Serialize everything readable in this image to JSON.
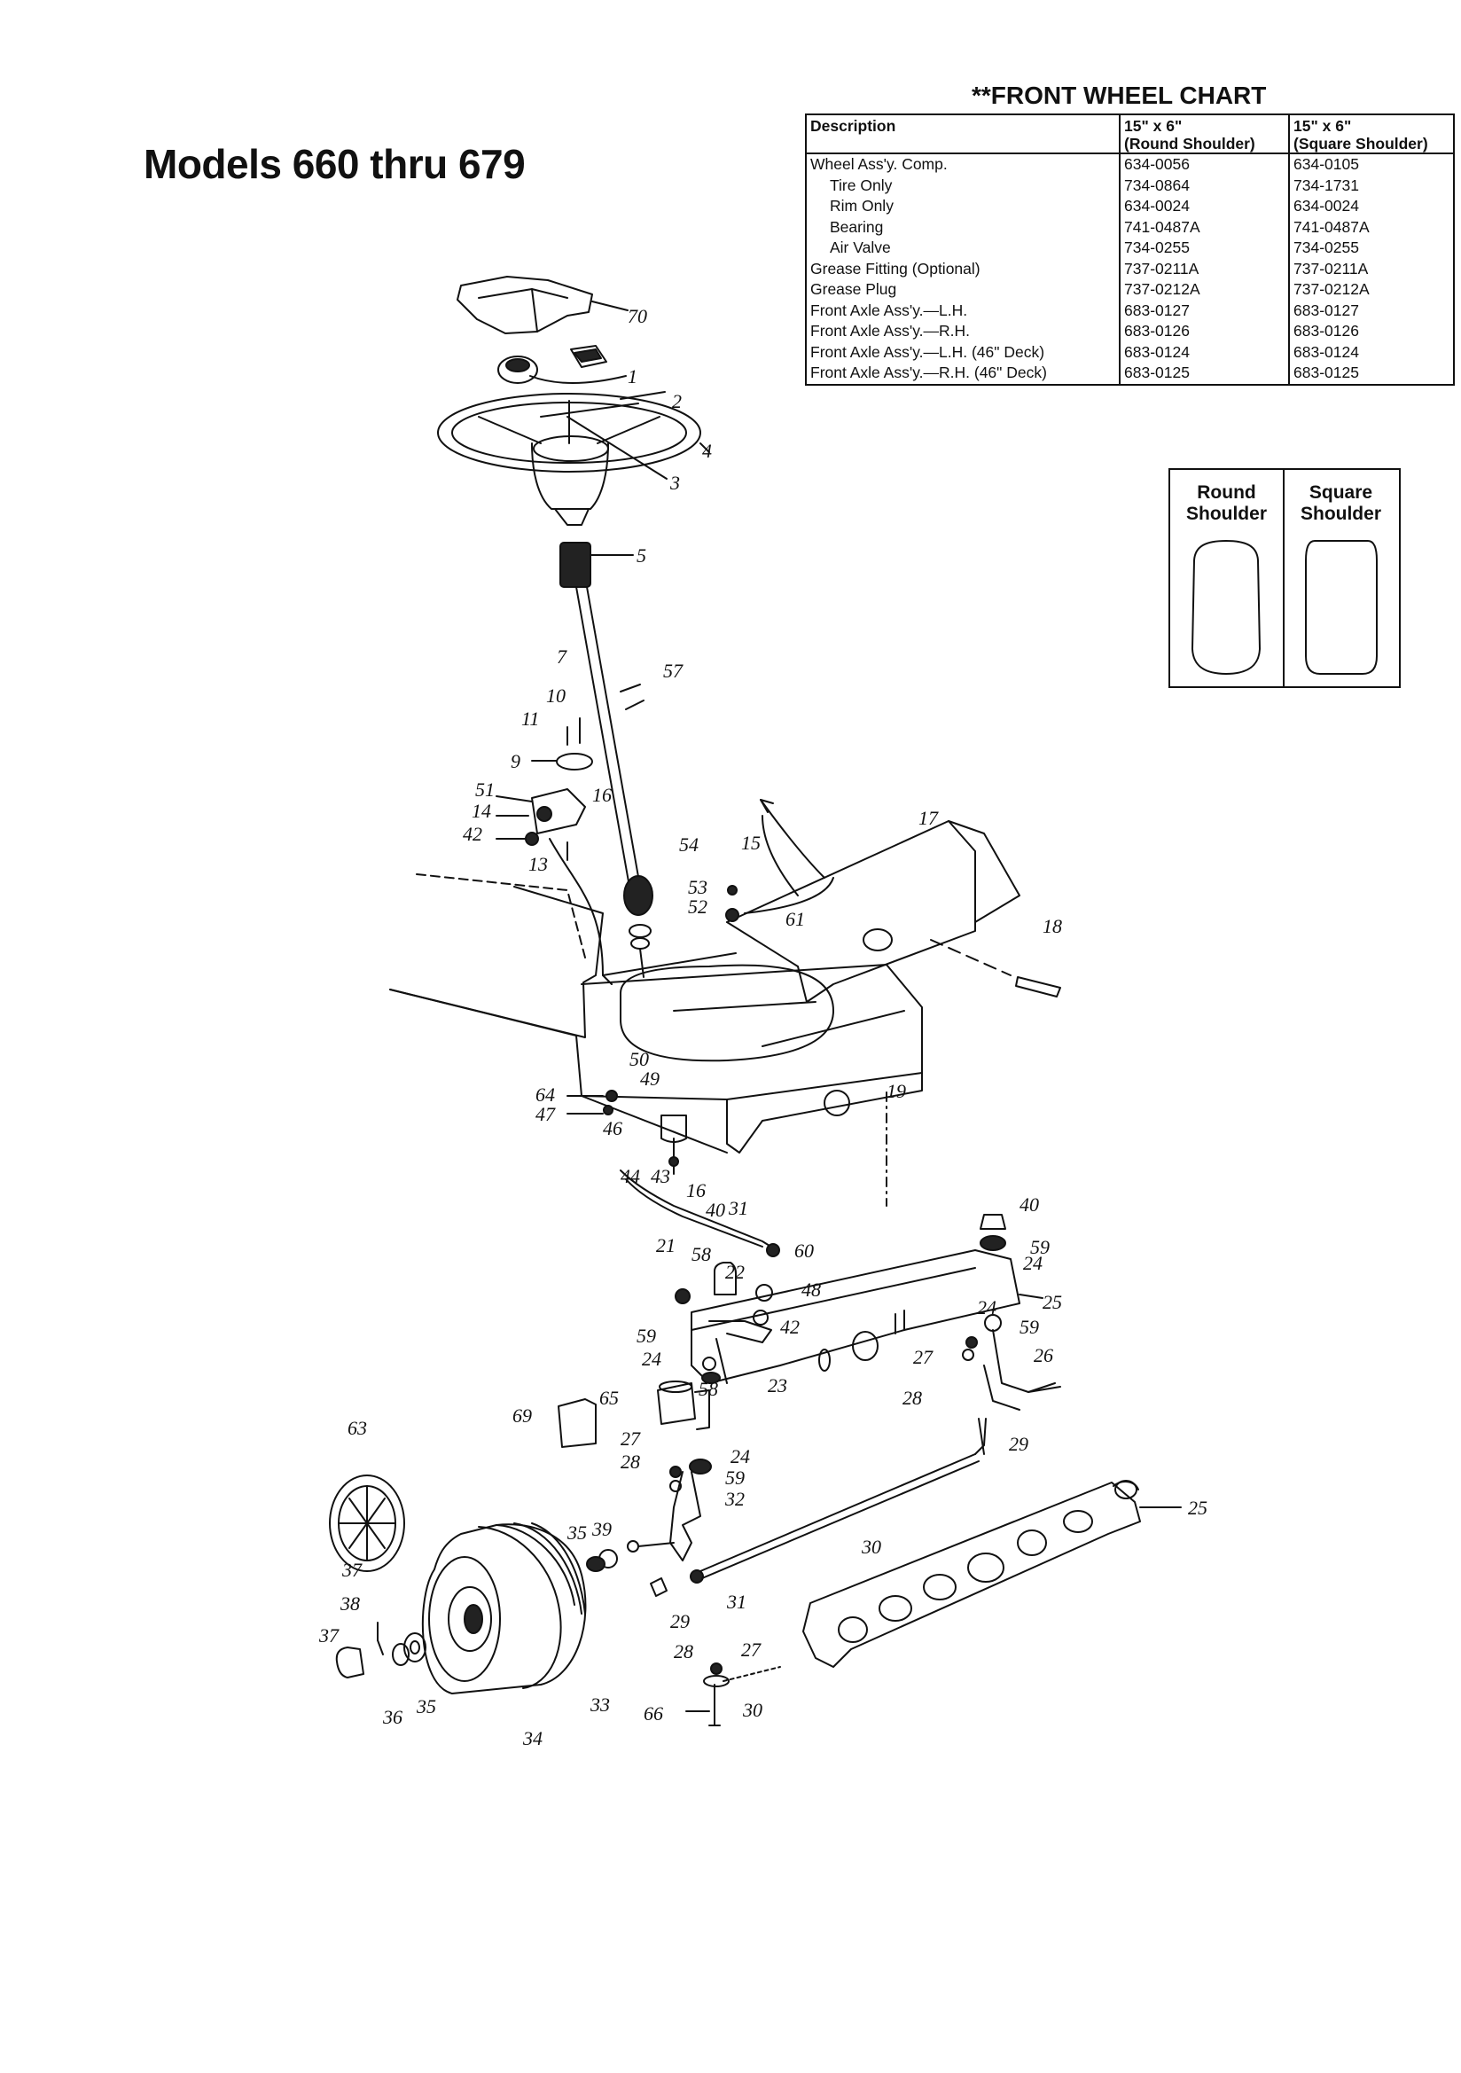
{
  "page_title": "Models 660 thru 679",
  "front_wheel_chart": {
    "title": "**FRONT WHEEL CHART",
    "headers": {
      "description": "Description",
      "round_line1": "15\" x 6\"",
      "round_line2": "(Round Shoulder)",
      "square_line1": "15\" x 6\"",
      "square_line2": "(Square Shoulder)"
    },
    "rows": [
      {
        "description": "Wheel Ass'y. Comp.",
        "round": "634-0056",
        "square": "634-0105",
        "indent": false
      },
      {
        "description": "Tire Only",
        "round": "734-0864",
        "square": "734-1731",
        "indent": true
      },
      {
        "description": "Rim Only",
        "round": "634-0024",
        "square": "634-0024",
        "indent": true
      },
      {
        "description": "Bearing",
        "round": "741-0487A",
        "square": "741-0487A",
        "indent": true
      },
      {
        "description": "Air Valve",
        "round": "734-0255",
        "square": "734-0255",
        "indent": true
      },
      {
        "description": "Grease Fitting (Optional)",
        "round": "737-0211A",
        "square": "737-0211A",
        "indent": false
      },
      {
        "description": "Grease Plug",
        "round": "737-0212A",
        "square": "737-0212A",
        "indent": false
      },
      {
        "description": "Front Axle Ass'y.—L.H.",
        "round": "683-0127",
        "square": "683-0127",
        "indent": false
      },
      {
        "description": "Front Axle Ass'y.—R.H.",
        "round": "683-0126",
        "square": "683-0126",
        "indent": false
      },
      {
        "description": "Front Axle Ass'y.—L.H. (46\" Deck)",
        "round": "683-0124",
        "square": "683-0124",
        "indent": false
      },
      {
        "description": "Front Axle Ass'y.—R.H. (46\" Deck)",
        "round": "683-0125",
        "square": "683-0125",
        "indent": false
      }
    ]
  },
  "shoulder_key": {
    "round_line1": "Round",
    "round_line2": "Shoulder",
    "square_line1": "Square",
    "square_line2": "Shoulder"
  },
  "callouts": [
    {
      "id": "c70",
      "text": "70"
    },
    {
      "id": "c1",
      "text": "1"
    },
    {
      "id": "c2",
      "text": "2"
    },
    {
      "id": "c4",
      "text": "4"
    },
    {
      "id": "c3",
      "text": "3"
    },
    {
      "id": "c5",
      "text": "5"
    },
    {
      "id": "c57",
      "text": "57"
    },
    {
      "id": "c7",
      "text": "7"
    },
    {
      "id": "c10",
      "text": "10"
    },
    {
      "id": "c11",
      "text": "11"
    },
    {
      "id": "c9",
      "text": "9"
    },
    {
      "id": "c51",
      "text": "51"
    },
    {
      "id": "c16a",
      "text": "16"
    },
    {
      "id": "c14",
      "text": "14"
    },
    {
      "id": "c42a",
      "text": "42"
    },
    {
      "id": "c13",
      "text": "13"
    },
    {
      "id": "c54",
      "text": "54"
    },
    {
      "id": "c15",
      "text": "15"
    },
    {
      "id": "c17",
      "text": "17"
    },
    {
      "id": "c53",
      "text": "53"
    },
    {
      "id": "c52",
      "text": "52"
    },
    {
      "id": "c61",
      "text": "61"
    },
    {
      "id": "c18",
      "text": "18"
    },
    {
      "id": "c19",
      "text": "19"
    },
    {
      "id": "c50",
      "text": "50"
    },
    {
      "id": "c49",
      "text": "49"
    },
    {
      "id": "c64",
      "text": "64"
    },
    {
      "id": "c47",
      "text": "47"
    },
    {
      "id": "c46",
      "text": "46"
    },
    {
      "id": "c44",
      "text": "44"
    },
    {
      "id": "c43",
      "text": "43"
    },
    {
      "id": "c16b",
      "text": "16"
    },
    {
      "id": "c40a",
      "text": "40"
    },
    {
      "id": "c31a",
      "text": "31"
    },
    {
      "id": "c21",
      "text": "21"
    },
    {
      "id": "c58a",
      "text": "58"
    },
    {
      "id": "c60",
      "text": "60"
    },
    {
      "id": "c22",
      "text": "22"
    },
    {
      "id": "c48",
      "text": "48"
    },
    {
      "id": "c40b",
      "text": "40"
    },
    {
      "id": "c59a",
      "text": "59"
    },
    {
      "id": "c24a",
      "text": "24"
    },
    {
      "id": "c25a",
      "text": "25"
    },
    {
      "id": "c24b",
      "text": "24"
    },
    {
      "id": "c59b",
      "text": "59"
    },
    {
      "id": "c42b",
      "text": "42"
    },
    {
      "id": "c59c",
      "text": "59"
    },
    {
      "id": "c24c",
      "text": "24"
    },
    {
      "id": "c27a",
      "text": "27"
    },
    {
      "id": "c26",
      "text": "26"
    },
    {
      "id": "c58b",
      "text": "58"
    },
    {
      "id": "c23",
      "text": "23"
    },
    {
      "id": "c28a",
      "text": "28"
    },
    {
      "id": "c65",
      "text": "65"
    },
    {
      "id": "c69",
      "text": "69"
    },
    {
      "id": "c29a",
      "text": "29"
    },
    {
      "id": "c63",
      "text": "63"
    },
    {
      "id": "c27b",
      "text": "27"
    },
    {
      "id": "c24d",
      "text": "24"
    },
    {
      "id": "c28b",
      "text": "28"
    },
    {
      "id": "c59d",
      "text": "59"
    },
    {
      "id": "c32",
      "text": "32"
    },
    {
      "id": "c25b",
      "text": "25"
    },
    {
      "id": "c35a",
      "text": "35"
    },
    {
      "id": "c39",
      "text": "39"
    },
    {
      "id": "c30a",
      "text": "30"
    },
    {
      "id": "c37a",
      "text": "37"
    },
    {
      "id": "c38",
      "text": "38"
    },
    {
      "id": "c29b",
      "text": "29"
    },
    {
      "id": "c31b",
      "text": "31"
    },
    {
      "id": "c37b",
      "text": "37"
    },
    {
      "id": "c28c",
      "text": "28"
    },
    {
      "id": "c27c",
      "text": "27"
    },
    {
      "id": "c36",
      "text": "36"
    },
    {
      "id": "c35b",
      "text": "35"
    },
    {
      "id": "c33",
      "text": "33"
    },
    {
      "id": "c34",
      "text": "34"
    },
    {
      "id": "c66",
      "text": "66"
    },
    {
      "id": "c30b",
      "text": "30"
    }
  ]
}
